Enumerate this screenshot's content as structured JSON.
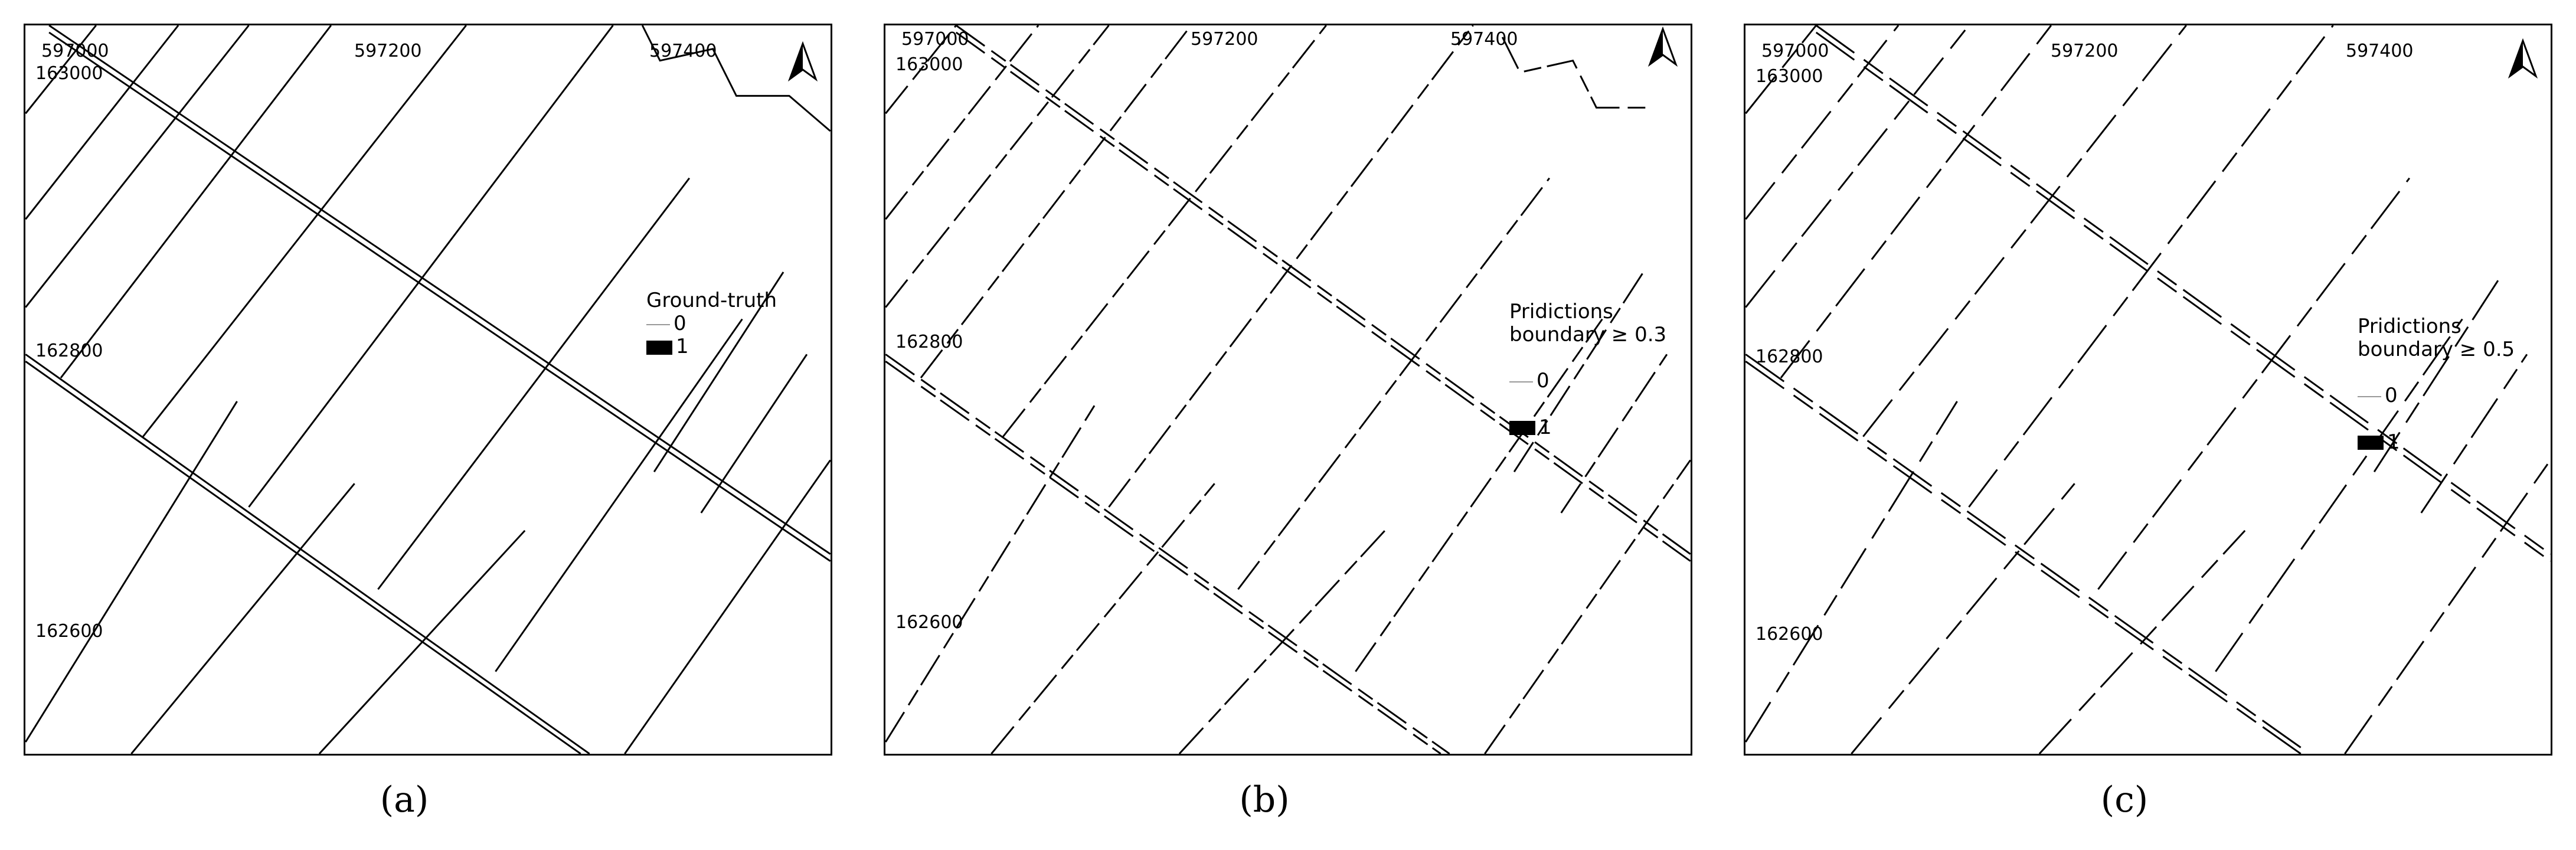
{
  "panels": [
    {
      "id": "a",
      "caption": "(a)",
      "x_ticks": [
        "597000",
        "597200",
        "597400"
      ],
      "y_ticks": [
        "163000",
        "162800",
        "162600"
      ],
      "legend": {
        "title": "Ground-truth",
        "items": [
          "0",
          "1"
        ]
      }
    },
    {
      "id": "b",
      "caption": "(b)",
      "x_ticks": [
        "597000",
        "597200",
        "597400"
      ],
      "y_ticks": [
        "163000",
        "162800",
        "162600"
      ],
      "legend": {
        "title": "Pridictions\nboundary ≥ 0.3",
        "items": [
          "0",
          "1"
        ]
      }
    },
    {
      "id": "c",
      "caption": "(c)",
      "x_ticks": [
        "597000",
        "597200",
        "597400"
      ],
      "y_ticks": [
        "163000",
        "162800",
        "162600"
      ],
      "legend": {
        "title": "Pridictions\nboundary ≥ 0.5",
        "items": [
          "0",
          "1"
        ]
      }
    }
  ],
  "colors": {
    "boundary": "#000000",
    "background": "#ffffff"
  },
  "icons": {
    "north_arrow": "north-arrow-icon"
  }
}
